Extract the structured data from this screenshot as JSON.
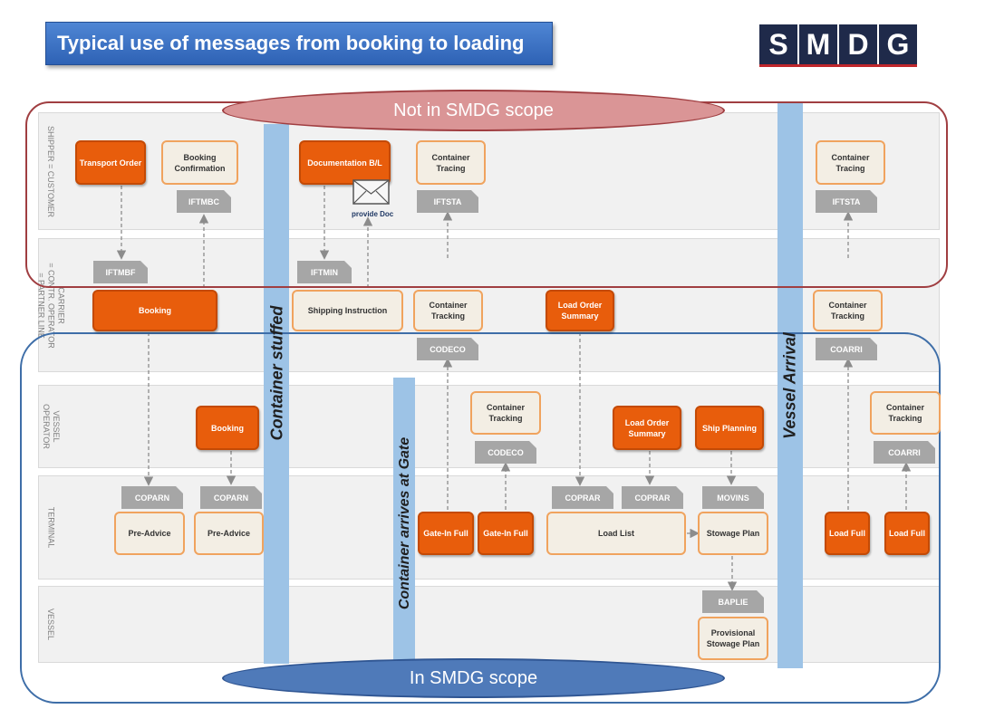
{
  "header": {
    "title": "Typical use of messages from booking to loading"
  },
  "logo": {
    "letters": [
      "S",
      "M",
      "D",
      "G"
    ],
    "brand_color": "#1f2a4a",
    "accent": "#c0262b"
  },
  "lanes": [
    {
      "id": "shipper",
      "label": "SHIPPER = CUSTOMER"
    },
    {
      "id": "carrier",
      "label": "CARRIER\n= CONTR. OPERATOR\n= PARTNER LINE"
    },
    {
      "id": "vessel-operator",
      "label": "VESSEL\nOPERATOR"
    },
    {
      "id": "terminal",
      "label": "TERMINAL"
    },
    {
      "id": "vessel",
      "label": "VESSEL"
    }
  ],
  "scopes": {
    "not_in_scope": "Not in SMDG scope",
    "in_scope": "In SMDG scope"
  },
  "milestones": {
    "container_stuffed": "Container stuffed",
    "container_arrives_gate": "Container arrives at Gate",
    "vessel_arrival": "Vessel Arrival"
  },
  "boxes": {
    "transport_order": "Transport Order",
    "booking_confirmation": "Booking Confirmation",
    "documentation_bl": "Documentation B/L",
    "container_tracing_1": "Container Tracing",
    "container_tracing_2": "Container Tracing",
    "booking_carrier": "Booking",
    "shipping_instruction": "Shipping Instruction",
    "container_tracking_carrier_1": "Container Tracking",
    "load_order_summary_carrier": "Load Order Summary",
    "container_tracking_carrier_2": "Container Tracking",
    "booking_vo": "Booking",
    "container_tracking_vo_1": "Container Tracking",
    "load_order_summary_vo": "Load Order Summary",
    "ship_planning": "Ship Planning",
    "container_tracking_vo_2": "Container Tracking",
    "pre_advice_1": "Pre-Advice",
    "pre_advice_2": "Pre-Advice",
    "gate_in_full_1": "Gate-In Full",
    "gate_in_full_2": "Gate-In Full",
    "load_list": "Load List",
    "stowage_plan": "Stowage Plan",
    "load_full_1": "Load Full",
    "load_full_2": "Load Full",
    "provisional_stowage_plan": "Provisional Stowage Plan"
  },
  "messages": {
    "iftmbc": "IFTMBC",
    "iftsta_1": "IFTSTA",
    "iftsta_2": "IFTSTA",
    "iftmbf": "IFTMBF",
    "iftmin": "IFTMIN",
    "codeco_carrier": "CODECO",
    "coarri_carrier": "COARRI",
    "codeco_vo": "CODECO",
    "coarri_vo": "COARRI",
    "coparn_1": "COPARN",
    "coparn_2": "COPARN",
    "coprar_1": "COPRAR",
    "coprar_2": "COPRAR",
    "movins": "MOVINS",
    "baplie": "BAPLIE"
  },
  "provide_doc": "provide Doc",
  "colors": {
    "orange": "#e85d0c",
    "orange_border": "#f0a35e",
    "message_grey": "#a6a6a6",
    "milestone_blue": "#9dc3e6",
    "scope_red": "#a03e41",
    "scope_blue": "#3e6ea8"
  }
}
